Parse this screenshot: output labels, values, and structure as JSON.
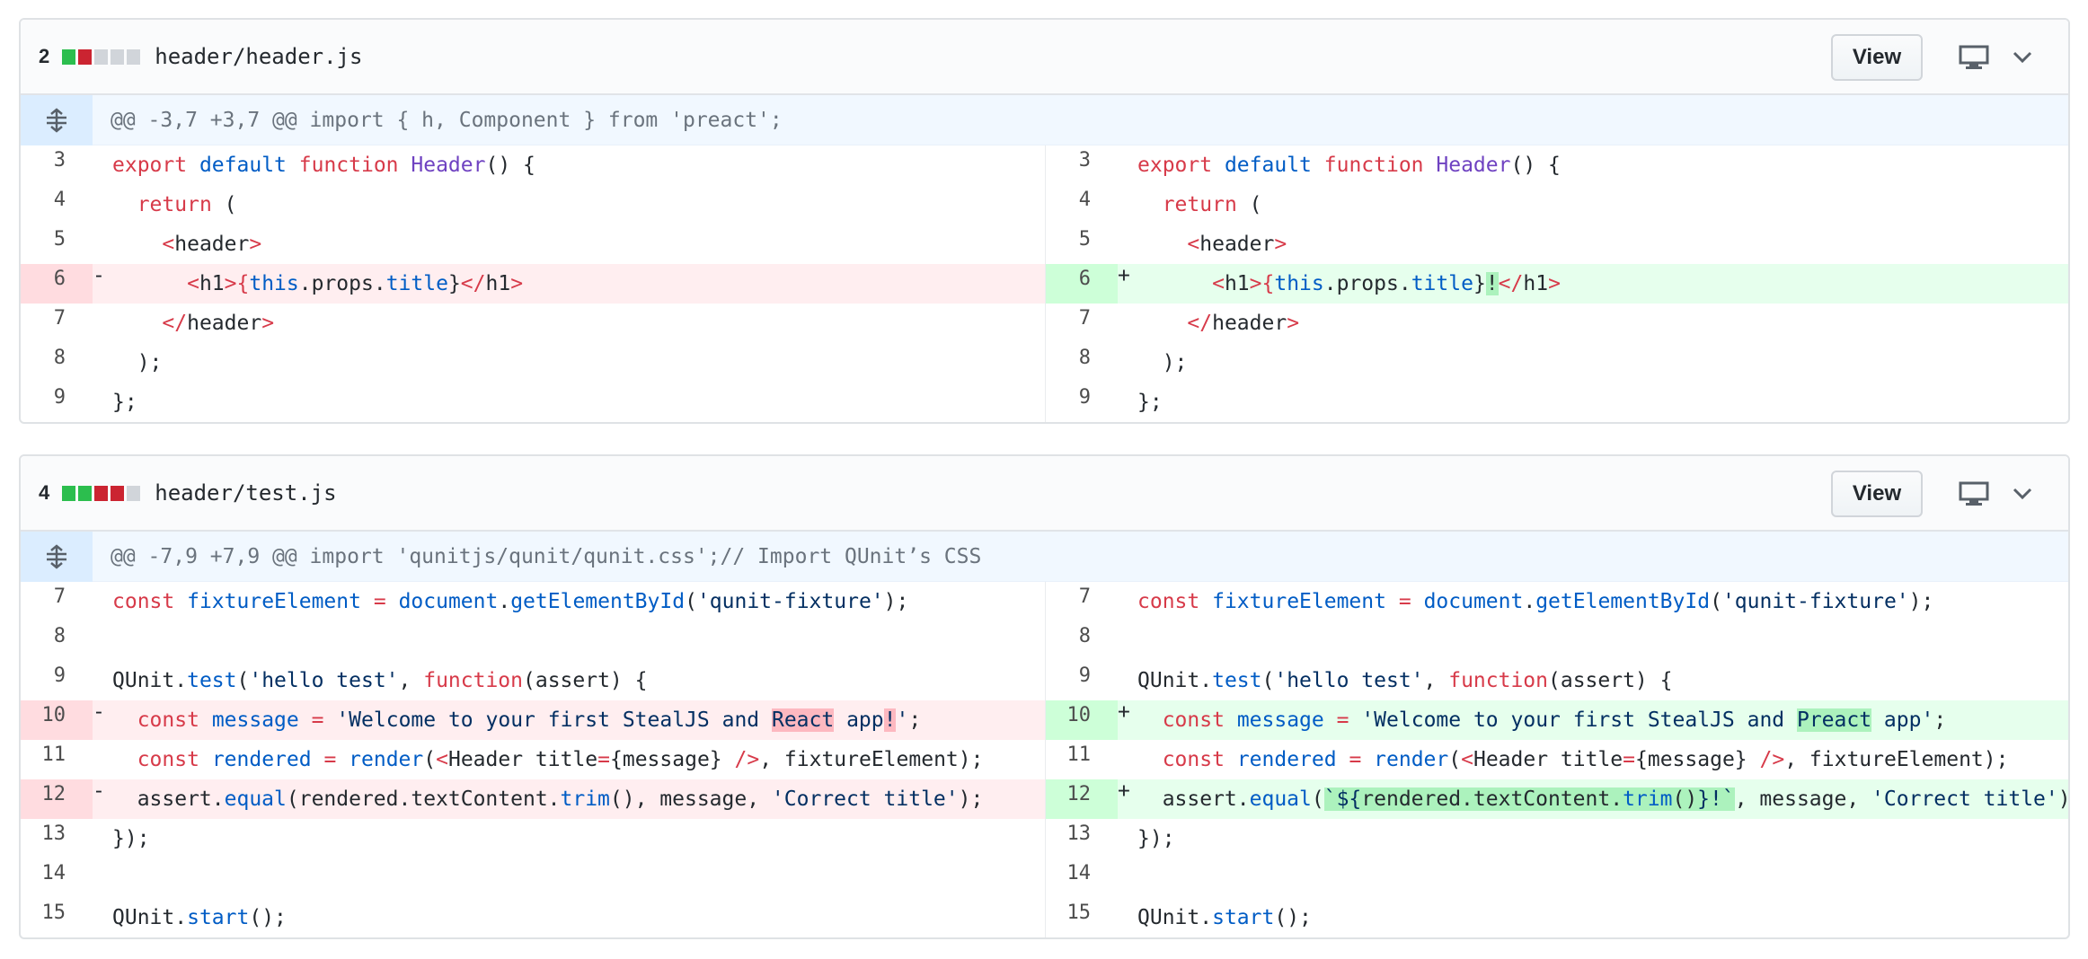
{
  "colors": {
    "diffstat_add": "#2cbe4e",
    "diffstat_del": "#cb2431",
    "diffstat_neutral": "#d1d5da"
  },
  "files": [
    {
      "count": "2",
      "path": "header/header.js",
      "diffstat": [
        "add",
        "del",
        "neutral",
        "neutral",
        "neutral"
      ],
      "view_label": "View",
      "hunk": "@@ -3,7 +3,7 @@ import { h, Component } from 'preact';"
    },
    {
      "count": "4",
      "path": "header/test.js",
      "diffstat": [
        "add",
        "add",
        "del",
        "del",
        "neutral"
      ],
      "view_label": "View",
      "hunk": "@@ -7,9 +7,9 @@ import 'qunitjs/qunit/qunit.css';// Import QUnit’s CSS"
    }
  ],
  "diff0": {
    "left_nums": [
      "3",
      "4",
      "5",
      "6",
      "7",
      "8",
      "9"
    ],
    "right_nums": [
      "3",
      "4",
      "5",
      "6",
      "7",
      "8",
      "9"
    ],
    "l": {
      "r0": [
        "export",
        " ",
        "default",
        " ",
        "function",
        " ",
        "Header",
        "() {"
      ],
      "r1": [
        "  ",
        "return",
        " ("
      ],
      "r2": [
        "    ",
        "<",
        "header",
        ">"
      ],
      "r3": [
        "      ",
        "<",
        "h1",
        ">{",
        "this",
        ".props.",
        "title",
        "}",
        "</",
        "h1",
        ">"
      ],
      "r4": [
        "    ",
        "</",
        "header",
        ">"
      ],
      "r5": [
        "  );"
      ],
      "r6": [
        "};"
      ]
    },
    "r": {
      "r0": [
        "export",
        " ",
        "default",
        " ",
        "function",
        " ",
        "Header",
        "() {"
      ],
      "r1": [
        "  ",
        "return",
        " ("
      ],
      "r2": [
        "    ",
        "<",
        "header",
        ">"
      ],
      "r3": [
        "      ",
        "<",
        "h1",
        ">{",
        "this",
        ".props.",
        "title",
        "}",
        "!",
        "</",
        "h1",
        ">"
      ],
      "r4": [
        "    ",
        "</",
        "header",
        ">"
      ],
      "r5": [
        "  );"
      ],
      "r6": [
        "};"
      ]
    }
  },
  "diff1": {
    "left_nums": [
      "7",
      "8",
      "9",
      "10",
      "11",
      "12",
      "13",
      "14",
      "15"
    ],
    "right_nums": [
      "7",
      "8",
      "9",
      "10",
      "11",
      "12",
      "13",
      "14",
      "15"
    ],
    "l": {
      "r0": [
        "const",
        " ",
        "fixtureElement",
        " ",
        "=",
        " ",
        "document",
        ".",
        "getElementById",
        "(",
        "'qunit-fixture'",
        ");"
      ],
      "r2": [
        "QUnit.",
        "test",
        "(",
        "'hello test'",
        ", ",
        "function",
        "(assert) {"
      ],
      "r3": [
        "  ",
        "const",
        " ",
        "message",
        " ",
        "=",
        " ",
        "'Welcome to your first StealJS and ",
        "React",
        " app",
        "!",
        "'",
        ";"
      ],
      "r4": [
        "  ",
        "const",
        " ",
        "rendered",
        " ",
        "=",
        " ",
        "render",
        "(",
        "<",
        "Header title",
        "=",
        "{message} ",
        "/>",
        ", fixtureElement);"
      ],
      "r5": [
        "  assert.",
        "equal",
        "(rendered.textContent.",
        "trim",
        "(), message, ",
        "'Correct title'",
        ");"
      ],
      "r6": [
        "});"
      ],
      "r8": [
        "QUnit.",
        "start",
        "();"
      ]
    },
    "r": {
      "r0": [
        "const",
        " ",
        "fixtureElement",
        " ",
        "=",
        " ",
        "document",
        ".",
        "getElementById",
        "(",
        "'qunit-fixture'",
        ");"
      ],
      "r2": [
        "QUnit.",
        "test",
        "(",
        "'hello test'",
        ", ",
        "function",
        "(assert) {"
      ],
      "r3": [
        "  ",
        "const",
        " ",
        "message",
        " ",
        "=",
        " ",
        "'Welcome to your first StealJS and ",
        "Preact",
        " app'",
        ";"
      ],
      "r4": [
        "  ",
        "const",
        " ",
        "rendered",
        " ",
        "=",
        " ",
        "render",
        "(",
        "<",
        "Header title",
        "=",
        "{message} ",
        "/>",
        ", fixtureElement);"
      ],
      "r5": [
        "  assert.",
        "equal",
        "(",
        "`${",
        "rendered.textContent.",
        "trim",
        "()",
        "}!`",
        ", message, ",
        "'Correct title'",
        ");"
      ],
      "r6": [
        "});"
      ],
      "r8": [
        "QUnit.",
        "start",
        "();"
      ]
    }
  },
  "markers": {
    "del": "-",
    "add": "+"
  }
}
